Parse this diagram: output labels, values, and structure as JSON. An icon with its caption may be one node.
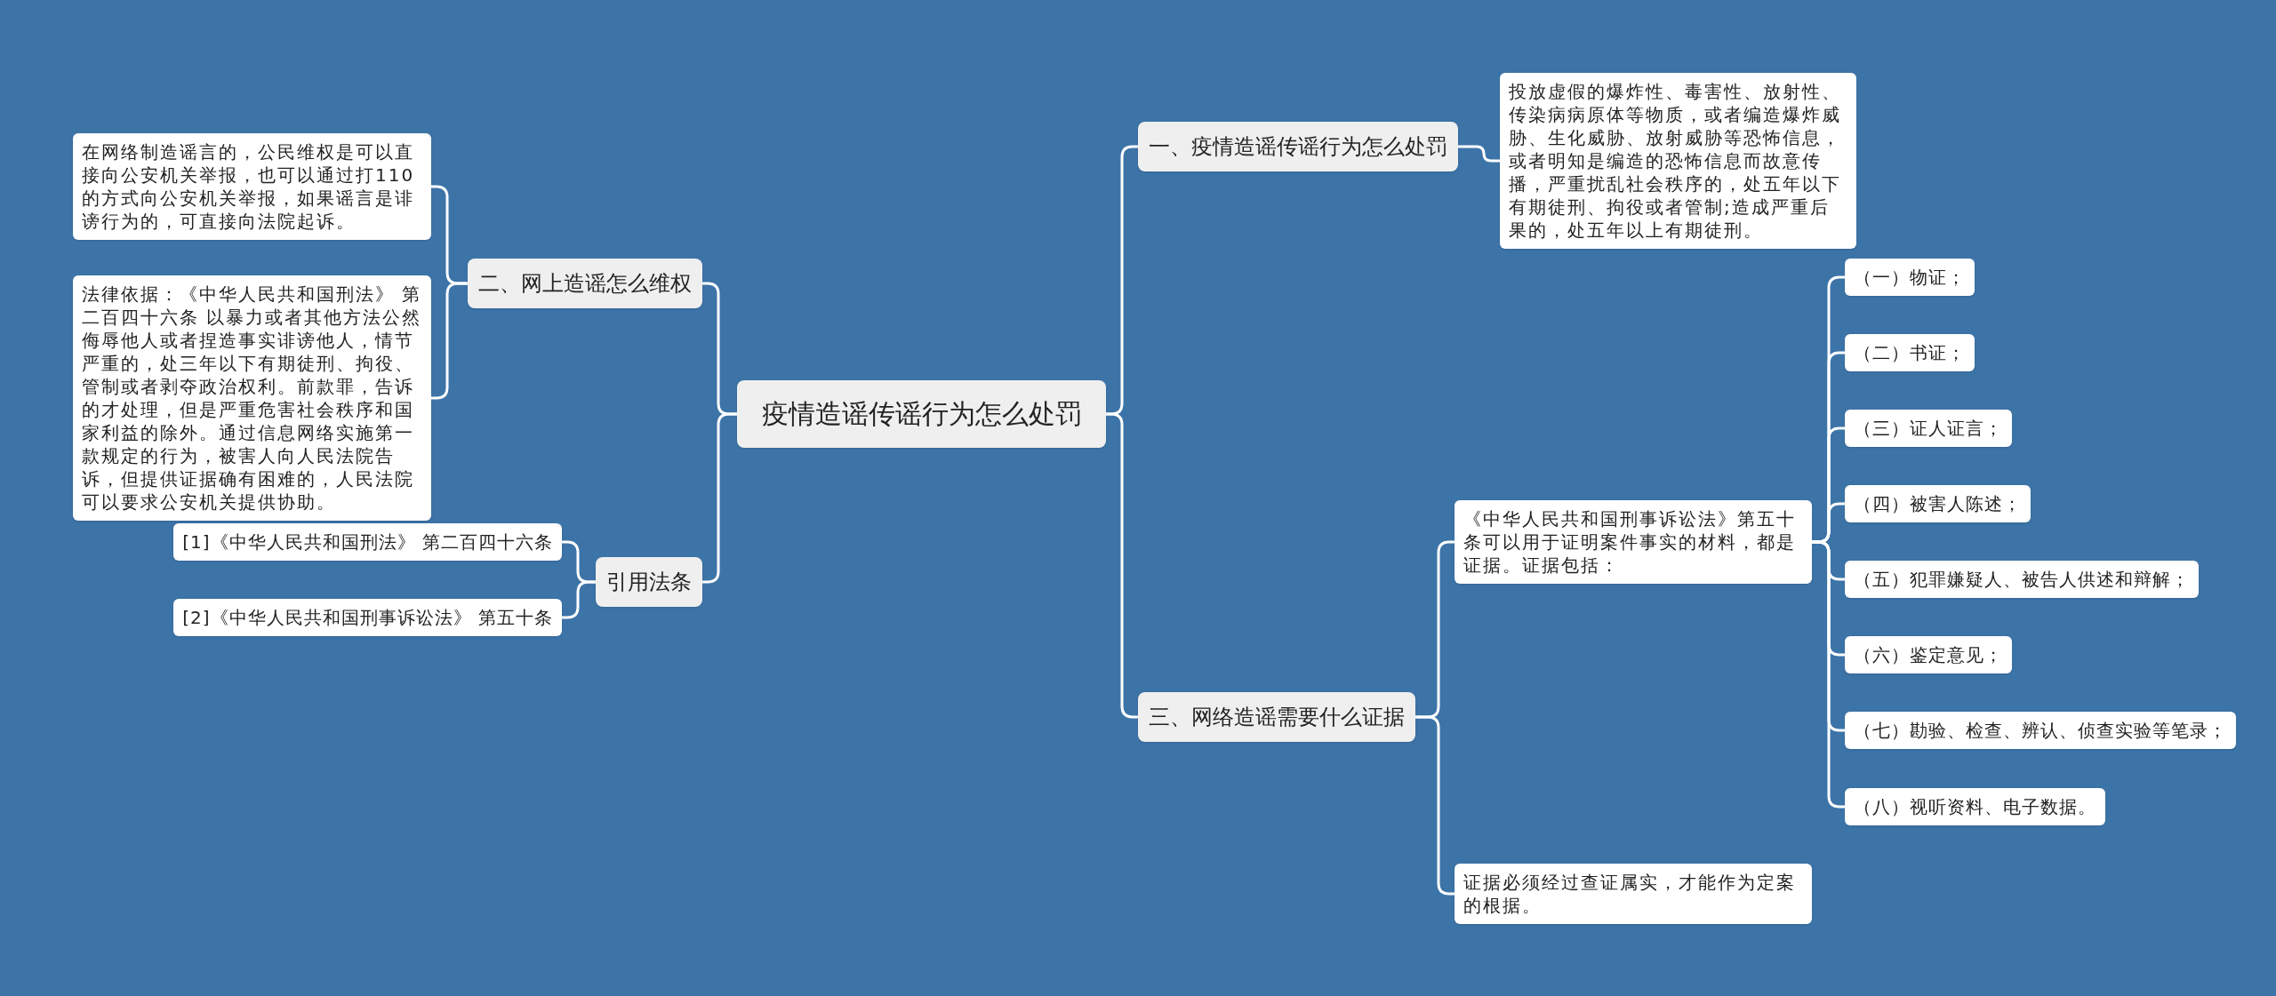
{
  "diagram": {
    "nodes": [
      {
        "text": [
          "疫情造谣传谣行为怎么处罚"
        ]
      },
      {
        "text": [
          "一、疫情造谣传谣行为怎么处罚"
        ]
      },
      {
        "text": [
          "投放虚假的爆炸性、毒害性、放射性、传染病病原体等物质，或者编造爆炸威胁、生化威胁、放射威胁等恐怖信息，或者明知是编造的恐怖信息而故意传播，严重扰乱社会秩序的，处五年以下有期徒刑、拘役或者管制;造成严重后果的，处五年以上有期徒刑。"
        ]
      },
      {
        "text": [
          "三、网络造谣需要什么证据"
        ]
      },
      {
        "text": [
          "《中华人民共和国刑事诉讼法》第五十条可以用于证明案件事实的材料，都是证据。证据包括："
        ]
      },
      {
        "text": [
          "（一）物证；"
        ]
      },
      {
        "text": [
          "（二）书证；"
        ]
      },
      {
        "text": [
          "（三）证人证言；"
        ]
      },
      {
        "text": [
          "（四）被害人陈述；"
        ]
      },
      {
        "text": [
          "（五）犯罪嫌疑人、被告人供述和辩解；"
        ]
      },
      {
        "text": [
          "（六）鉴定意见；"
        ]
      },
      {
        "text": [
          "（七）勘验、检查、辨认、侦查实验等笔录；"
        ]
      },
      {
        "text": [
          "（八）视听资料、电子数据。"
        ]
      },
      {
        "text": [
          "证据必须经过查证属实，才能作为定案的根据。"
        ]
      },
      {
        "text": [
          "二、网上造谣怎么维权"
        ]
      },
      {
        "text": [
          "在网络制造谣言的，公民维权是可以直接向公安机关举报，也可以通过打110的方式向公安机关举报，如果谣言是诽谤行为的，可直接向法院起诉。"
        ]
      },
      {
        "text": [
          "法律依据：《中华人民共和国刑法》 第二百四十六条 以暴力或者其他方法公然侮辱他人或者捏造事实诽谤他人，情节严重的，处三年以下有期徒刑、拘役、管制或者剥夺政治权利。前款罪，告诉的才处理，但是严重危害社会秩序和国家利益的除外。通过信息网络实施第一款规定的行为，被害人向人民法院告诉，但提供证据确有困难的，人民法院可以要求公安机关提供协助。"
        ]
      },
      {
        "text": [
          "引用法条"
        ]
      },
      {
        "text": [
          "[1]《中华人民共和国刑法》 第二百四十六条"
        ]
      },
      {
        "text": [
          "[2]《中华人民共和国刑事诉讼法》 第五十条"
        ]
      }
    ],
    "edges": [
      {
        "from": 0,
        "to": 1,
        "arrow": "none"
      },
      {
        "from": 1,
        "to": 2,
        "arrow": "none"
      },
      {
        "from": 0,
        "to": 3,
        "arrow": "none"
      },
      {
        "from": 3,
        "to": 4,
        "arrow": "none"
      },
      {
        "from": 4,
        "to": 5,
        "arrow": "none"
      },
      {
        "from": 4,
        "to": 6,
        "arrow": "none"
      },
      {
        "from": 4,
        "to": 7,
        "arrow": "none"
      },
      {
        "from": 4,
        "to": 8,
        "arrow": "none"
      },
      {
        "from": 4,
        "to": 9,
        "arrow": "none"
      },
      {
        "from": 4,
        "to": 10,
        "arrow": "none"
      },
      {
        "from": 4,
        "to": 11,
        "arrow": "none"
      },
      {
        "from": 4,
        "to": 12,
        "arrow": "none"
      },
      {
        "from": 3,
        "to": 13,
        "arrow": "none"
      },
      {
        "from": 0,
        "to": 14,
        "arrow": "none"
      },
      {
        "from": 14,
        "to": 15,
        "arrow": "none"
      },
      {
        "from": 14,
        "to": 16,
        "arrow": "none"
      },
      {
        "from": 0,
        "to": 17,
        "arrow": "none"
      },
      {
        "from": 17,
        "to": 18,
        "arrow": "none"
      },
      {
        "from": 17,
        "to": 19,
        "arrow": "none"
      }
    ]
  }
}
